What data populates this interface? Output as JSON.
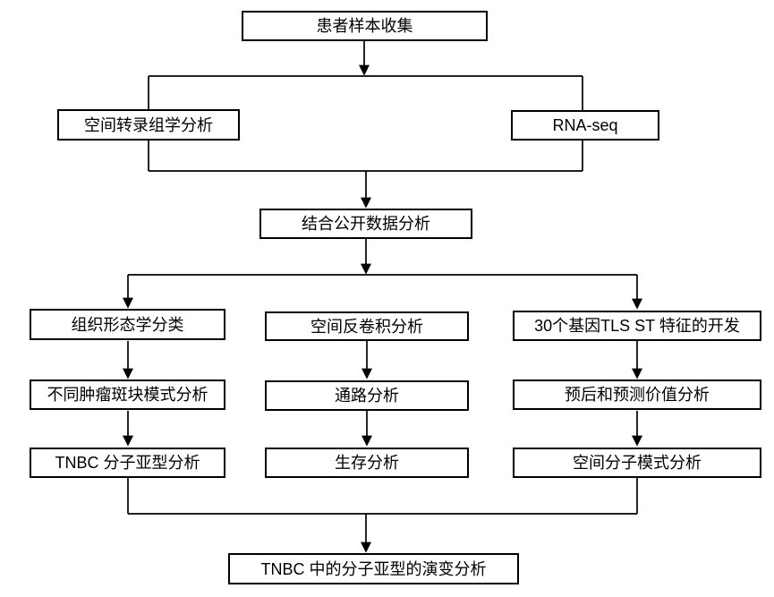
{
  "flowchart": {
    "nodes": [
      {
        "id": "collect",
        "label": "患者样本收集"
      },
      {
        "id": "spatial_omics",
        "label": "空间转录组学分析"
      },
      {
        "id": "rna_seq",
        "label": "RNA-seq"
      },
      {
        "id": "public_data",
        "label": "结合公开数据分析"
      },
      {
        "id": "histology",
        "label": "组织形态学分类"
      },
      {
        "id": "deconvolution",
        "label": "空间反卷积分析"
      },
      {
        "id": "tls_signature",
        "label": "30个基因TLS ST 特征的开发"
      },
      {
        "id": "tumor_patch",
        "label": "不同肿瘤斑块模式分析"
      },
      {
        "id": "pathway",
        "label": "通路分析"
      },
      {
        "id": "prognostic",
        "label": "预后和预测价值分析"
      },
      {
        "id": "tnbc_subtype",
        "label": "TNBC 分子亚型分析"
      },
      {
        "id": "survival",
        "label": "生存分析"
      },
      {
        "id": "spatial_pattern",
        "label": "空间分子模式分析"
      },
      {
        "id": "evolution",
        "label": "TNBC 中的分子亚型的演变分析"
      }
    ],
    "edges": [
      {
        "from": "collect",
        "to": "spatial_omics"
      },
      {
        "from": "collect",
        "to": "rna_seq"
      },
      {
        "from": "spatial_omics",
        "to": "public_data"
      },
      {
        "from": "rna_seq",
        "to": "public_data"
      },
      {
        "from": "public_data",
        "to": "histology"
      },
      {
        "from": "public_data",
        "to": "deconvolution"
      },
      {
        "from": "public_data",
        "to": "tls_signature"
      },
      {
        "from": "histology",
        "to": "tumor_patch"
      },
      {
        "from": "tumor_patch",
        "to": "tnbc_subtype"
      },
      {
        "from": "deconvolution",
        "to": "pathway"
      },
      {
        "from": "pathway",
        "to": "survival"
      },
      {
        "from": "tls_signature",
        "to": "prognostic"
      },
      {
        "from": "prognostic",
        "to": "spatial_pattern"
      },
      {
        "from": "tnbc_subtype",
        "to": "evolution"
      },
      {
        "from": "survival",
        "to": "evolution"
      },
      {
        "from": "spatial_pattern",
        "to": "evolution"
      }
    ],
    "colors": {
      "background": "#ffffff",
      "box_fill": "#ffffff",
      "box_border": "#000000",
      "line": "#000000",
      "text": "#000000"
    }
  }
}
